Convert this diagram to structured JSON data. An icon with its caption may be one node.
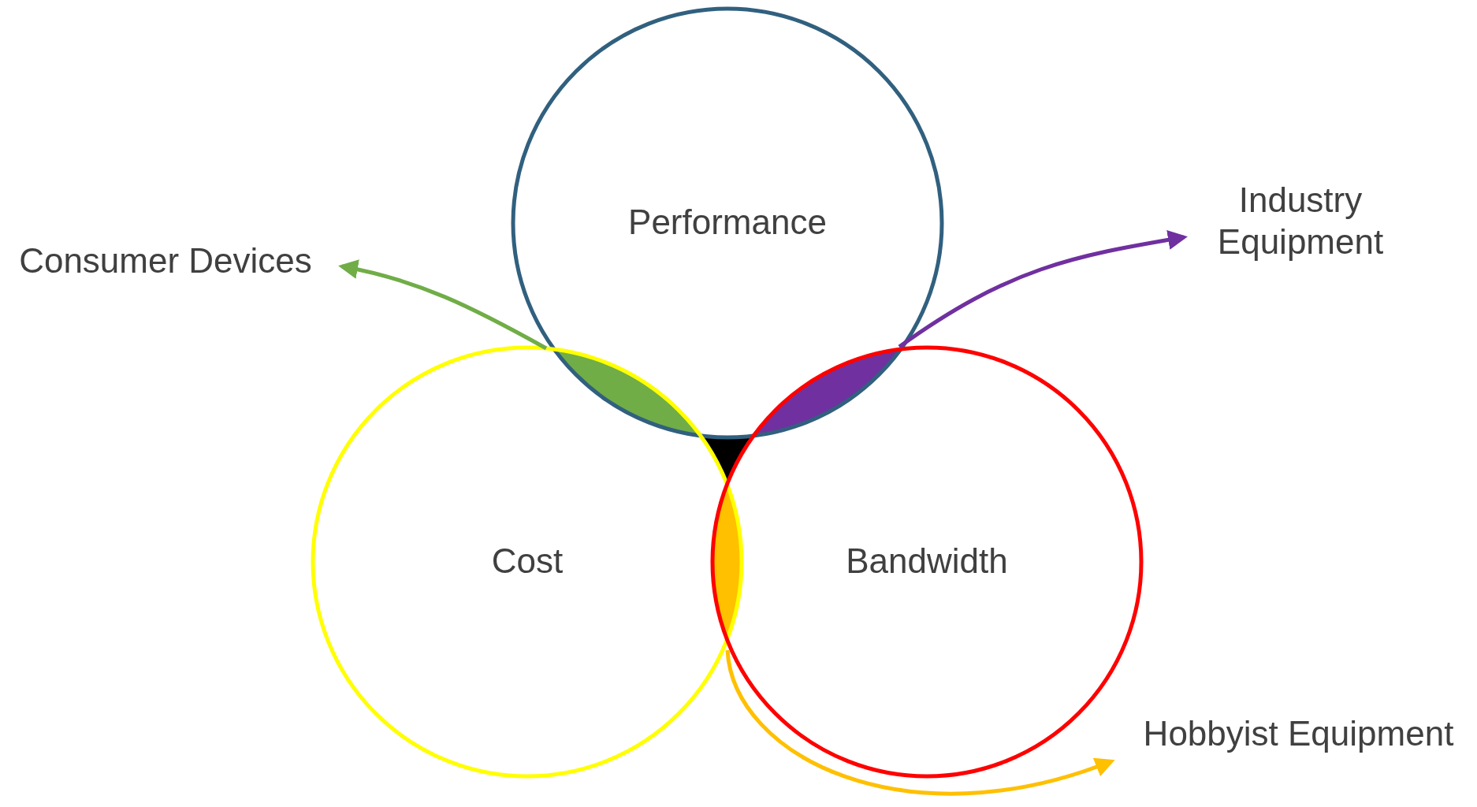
{
  "diagram": {
    "nodes": [
      {
        "text": [
          "Performance"
        ]
      },
      {
        "text": [
          "Cost"
        ]
      },
      {
        "text": [
          "Bandwidth"
        ]
      },
      {
        "text": [
          "Consumer Devices"
        ]
      },
      {
        "text": [
          "Industry Equipment"
        ]
      },
      {
        "text": [
          "Hobbyist Equipment"
        ]
      },
      {
        "text": [],
        "shape": "region"
      },
      {
        "text": [],
        "shape": "region"
      },
      {
        "text": [],
        "shape": "region"
      },
      {
        "text": [],
        "shape": "region"
      }
    ],
    "edges": [
      {
        "from": 6,
        "to": 3,
        "arrow": "to",
        "color": "#70ad47"
      },
      {
        "from": 7,
        "to": 4,
        "arrow": "to",
        "color": "#7030a0"
      },
      {
        "from": 9,
        "to": 5,
        "arrow": "to",
        "color": "#ffc000"
      }
    ]
  }
}
